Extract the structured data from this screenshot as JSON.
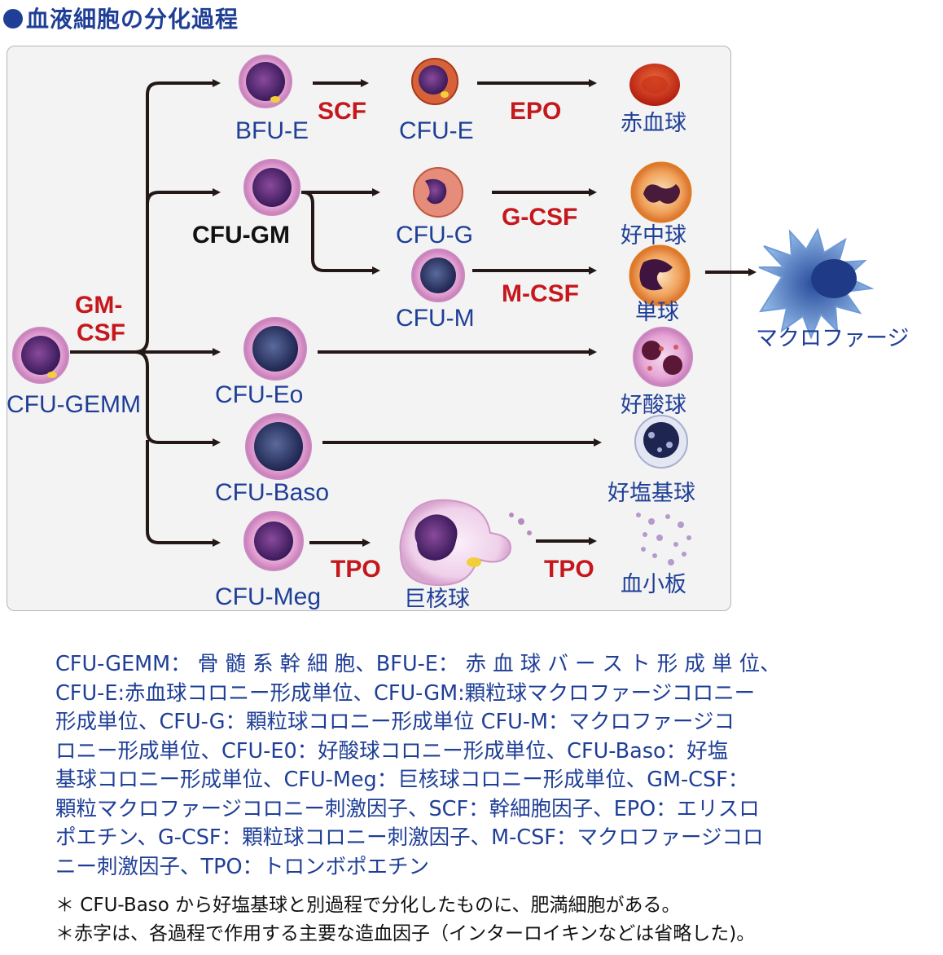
{
  "title": "血液細胞の分化過程",
  "colors": {
    "title": "#1f3f97",
    "label": "#1f3f97",
    "factor": "#c5171c",
    "arrow": "#231815"
  },
  "cells": {
    "cfu_gemm": "CFU-GEMM",
    "bfu_e": "BFU-E",
    "cfu_e": "CFU-E",
    "erythrocyte": "赤血球",
    "cfu_gm": "CFU-GM",
    "cfu_g": "CFU-G",
    "neutrophil": "好中球",
    "cfu_m": "CFU-M",
    "monocyte": "単球",
    "macrophage": "マクロファージ",
    "cfu_eo": "CFU-Eo",
    "eosinophil": "好酸球",
    "cfu_baso": "CFU-Baso",
    "basophil": "好塩基球",
    "cfu_meg": "CFU-Meg",
    "megakaryocyte": "巨核球",
    "platelet": "血小板"
  },
  "factors": {
    "gm_csf_1": "GM-",
    "gm_csf_2": "CSF",
    "scf": "SCF",
    "epo": "EPO",
    "g_csf": "G-CSF",
    "m_csf": "M-CSF",
    "tpo_1": "TPO",
    "tpo_2": "TPO"
  },
  "legend": [
    "CFU-GEMM： 骨 髄 系 幹 細 胞、BFU-E： 赤 血 球 バ ー ス ト 形 成 単 位、",
    "CFU-E:赤血球コロニー形成単位、CFU-GM:顆粒球マクロファージコロニー",
    "形成単位、CFU-G：顆粒球コロニー形成単位 CFU-M：マクロファージコ",
    "ロニー形成単位、CFU-E0：好酸球コロニー形成単位、CFU-Baso：好塩",
    "基球コロニー形成単位、CFU-Meg：巨核球コロニー形成単位、GM-CSF：",
    "顆粒マクロファージコロニー刺激因子、SCF：幹細胞因子、EPO：エリスロ",
    "ポエチン、G-CSF：顆粒球コロニー刺激因子、M-CSF：マクロファージコロ",
    "ニー刺激因子、TPO：トロンボポエチン"
  ],
  "notes": [
    "＊ CFU-Baso から好塩基球と別過程で分化したものに、肥満細胞がある。",
    "＊赤字は、各過程で作用する主要な造血因子（インターロイキンなどは省略した)。"
  ]
}
